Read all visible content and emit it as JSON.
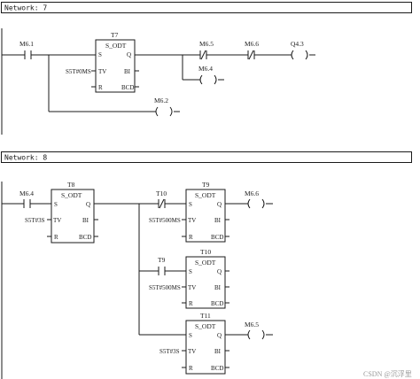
{
  "networks": [
    {
      "header": "Network: 7",
      "contacts": {
        "m61": "M6.1",
        "m65": "M6.5",
        "m66": "M6.6"
      },
      "timer": {
        "name": "T7",
        "type": "S_ODT",
        "s": "S",
        "q": "Q",
        "tv": "TV",
        "bi": "BI",
        "r": "R",
        "bcd": "BCD",
        "tv_value": "S5T#0MS"
      },
      "coils": {
        "q43": "Q4.3",
        "m64": "M6.4",
        "m62": "M6.2"
      }
    },
    {
      "header": "Network: 8",
      "contacts": {
        "m64": "M6.4",
        "t10": "T10",
        "t9": "T9"
      },
      "timers": [
        {
          "name": "T8",
          "type": "S_ODT",
          "s": "S",
          "q": "Q",
          "tv": "TV",
          "bi": "BI",
          "r": "R",
          "bcd": "BCD",
          "tv_value": "S5T#3S"
        },
        {
          "name": "T9",
          "type": "S_ODT",
          "s": "S",
          "q": "Q",
          "tv": "TV",
          "bi": "BI",
          "r": "R",
          "bcd": "BCD",
          "tv_value": "S5T#500MS"
        },
        {
          "name": "T10",
          "type": "S_ODT",
          "s": "S",
          "q": "Q",
          "tv": "TV",
          "bi": "BI",
          "r": "R",
          "bcd": "BCD",
          "tv_value": "S5T#500MS"
        },
        {
          "name": "T11",
          "type": "S_ODT",
          "s": "S",
          "q": "Q",
          "tv": "TV",
          "bi": "BI",
          "r": "R",
          "bcd": "BCD",
          "tv_value": "S5T#3S"
        }
      ],
      "coils": {
        "m66": "M6.6",
        "m65": "M6.5"
      }
    }
  ],
  "watermark": "CSDN @沉浮里",
  "colors": {
    "line": "#1a1a1a",
    "background": "#ffffff"
  }
}
